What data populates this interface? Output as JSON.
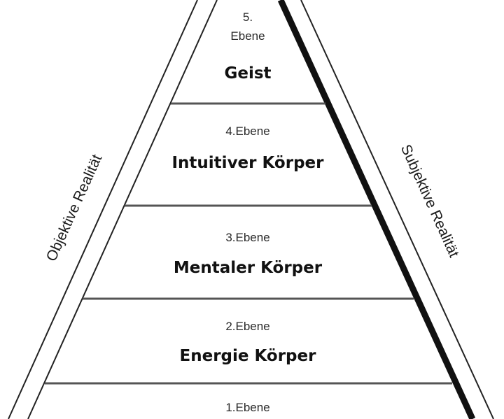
{
  "diagram": {
    "left_label": "Objektive Realität",
    "right_label": "Subjektive Realität",
    "levels": [
      {
        "level": "5. Ebene",
        "level_line1": "5.",
        "level_line2": "Ebene",
        "name": "Geist"
      },
      {
        "level": "4.Ebene",
        "name": "Intuitiver Körper"
      },
      {
        "level": "3.Ebene",
        "name": "Mentaler Körper"
      },
      {
        "level": "2.Ebene",
        "name": "Energie Körper"
      },
      {
        "level": "1.Ebene",
        "name": ""
      }
    ]
  }
}
